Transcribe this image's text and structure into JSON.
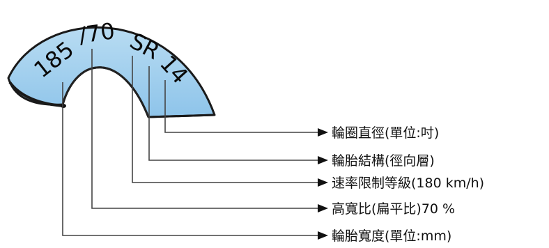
{
  "tire": {
    "marking_width": "185",
    "marking_ratio": "/70",
    "marking_speed": "SR",
    "marking_diameter": "14",
    "fill_color": "#aad4ef",
    "outline_color": "#1a1a1a"
  },
  "legend": {
    "rim_diameter": "輪圈直徑(單位:吋)",
    "tire_construction": "輪胎結構(徑向層)",
    "speed_rating": "速率限制等級(180 km/h)",
    "aspect_ratio": "高寬比(扁平比)70 %",
    "tire_width": "輪胎寬度(單位:mm)"
  },
  "colors": {
    "leader_line": "#555555",
    "arrow_head": "#111111"
  }
}
